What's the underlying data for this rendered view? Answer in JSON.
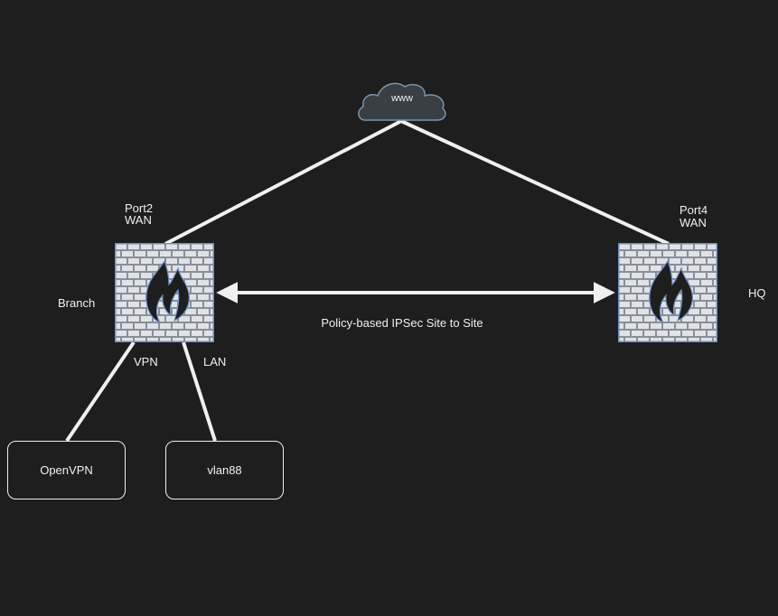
{
  "diagram": {
    "cloud": {
      "label": "www"
    },
    "branch_firewall": {
      "side_label": "Branch",
      "wan_port": "Port2",
      "wan_label": "WAN"
    },
    "hq_firewall": {
      "side_label": "HQ",
      "wan_port": "Port4",
      "wan_label": "WAN"
    },
    "tunnel_label": "Policy-based IPSec Site to Site",
    "vpn_link_label": "VPN",
    "lan_link_label": "LAN",
    "openvpn_box": {
      "label": "OpenVPN"
    },
    "vlan_box": {
      "label": "vlan88"
    }
  },
  "colors": {
    "background": "#1e1e1e",
    "line": "#f0f0f0",
    "firewall_border": "#6c8ebf",
    "cloud_fill": "#3a3f44"
  },
  "icons": [
    "cloud-icon",
    "firewall-icon"
  ]
}
